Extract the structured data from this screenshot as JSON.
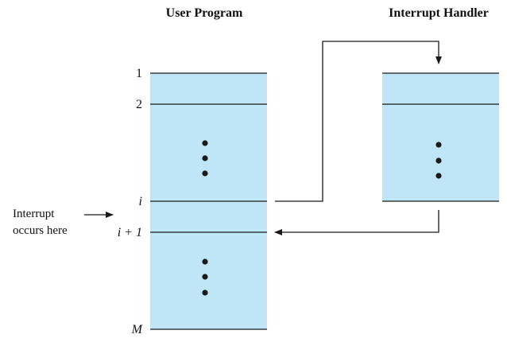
{
  "titles": {
    "user_program": "User Program",
    "interrupt_handler": "Interrupt Handler"
  },
  "row_labels": {
    "first": "1",
    "second": "2",
    "i": "i",
    "i_plus_1": "i + 1",
    "last": "M"
  },
  "annotation": {
    "line1": "Interrupt",
    "line2": "occurs here"
  },
  "colors": {
    "block_fill": "#bfe6f7",
    "line": "#1a1a1a"
  }
}
